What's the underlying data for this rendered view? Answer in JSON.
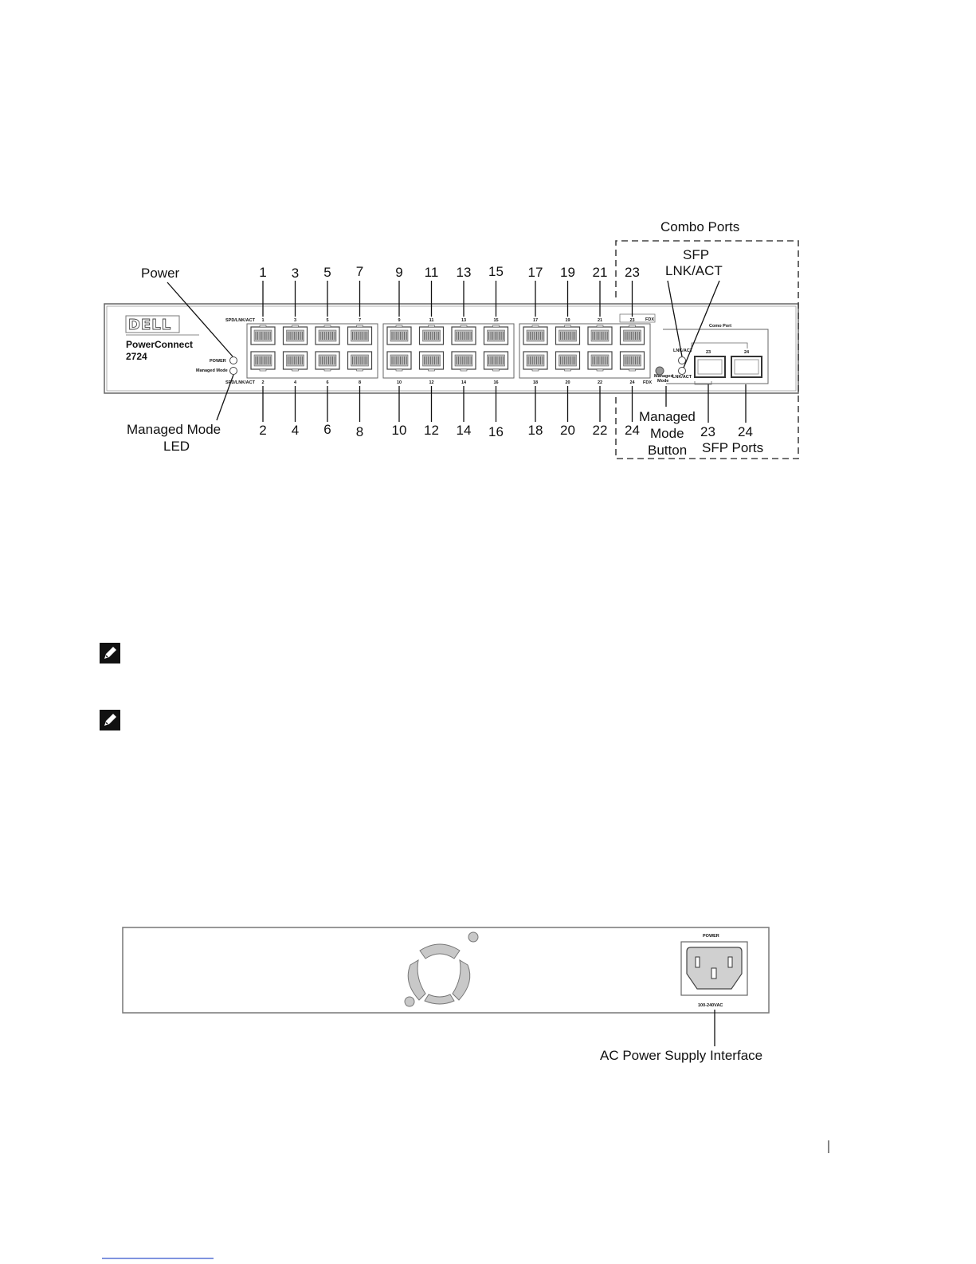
{
  "front_panel": {
    "logo": "DELL",
    "model_name": "PowerConnect",
    "model_number": "2724",
    "power_led_label": "POWER",
    "managed_mode_led_label": "Managed Mode",
    "spd_top_label": "SPD/LNK/ACT",
    "spd_bottom_label": "SPD/LNK/ACT",
    "fdx_top": "FDX",
    "fdx_bottom": "FDX",
    "combo_port_panel_label": "Como Port",
    "combo_led_top_label": "LNK/ACT",
    "combo_led_bottom_label": "LNK/ACT",
    "combo_num_23": "23",
    "combo_num_24": "24",
    "managed_mode_button_label_1": "Managed",
    "managed_mode_button_label_2": "Mode",
    "port_numbers_top": [
      "1",
      "3",
      "5",
      "7",
      "9",
      "11",
      "13",
      "15",
      "17",
      "19",
      "21",
      "23"
    ],
    "port_numbers_bottom": [
      "2",
      "4",
      "6",
      "8",
      "10",
      "12",
      "14",
      "16",
      "18",
      "20",
      "22",
      "24"
    ]
  },
  "callouts": {
    "power": "Power",
    "managed_mode_led_1": "Managed Mode",
    "managed_mode_led_2": "LED",
    "combo_ports": "Combo Ports",
    "sfp_lnk_act_1": "SFP",
    "sfp_lnk_act_2": "LNK/ACT",
    "managed_mode_button_1": "Managed",
    "managed_mode_button_2": "Mode",
    "managed_mode_button_3": "Button",
    "sfp_23": "23",
    "sfp_24": "24",
    "sfp_ports": "SFP Ports",
    "top_numbers": [
      "1",
      "3",
      "5",
      "7",
      "9",
      "11",
      "13",
      "15",
      "17",
      "19",
      "21",
      "23"
    ],
    "bottom_numbers": [
      "2",
      "4",
      "6",
      "8",
      "10",
      "12",
      "14",
      "16",
      "18",
      "20",
      "22",
      "24"
    ]
  },
  "back_panel": {
    "power_label": "POWER",
    "voltage_label": "100-240VAC",
    "ac_callout": "AC Power Supply Interface"
  }
}
